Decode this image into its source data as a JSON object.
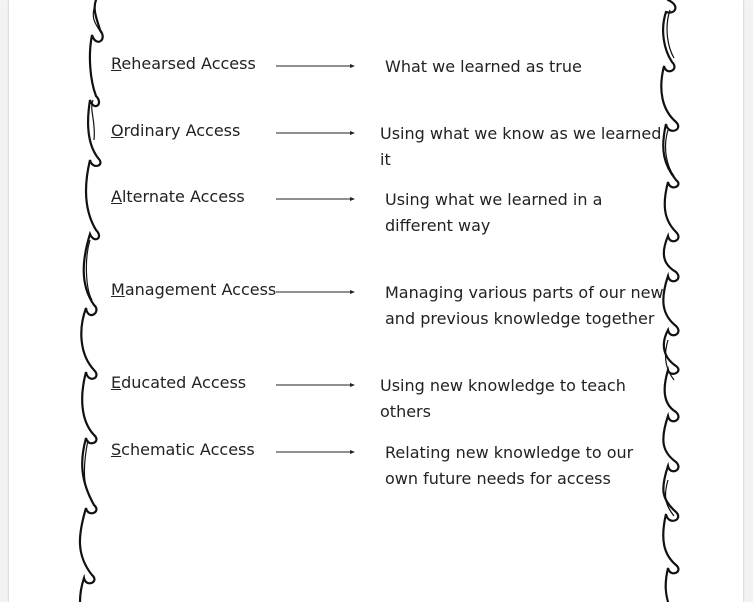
{
  "rows": [
    {
      "first": "R",
      "rest": "ehearsed Access",
      "desc": "What we learned as true"
    },
    {
      "first": "O",
      "rest": "rdinary Access",
      "desc": "Using what we know as we learned it"
    },
    {
      "first": "A",
      "rest": "lternate Access",
      "desc": "Using what we learned in a different way"
    },
    {
      "first": "M",
      "rest": "anagement Access",
      "desc": "Managing various parts of our new and previous knowledge together"
    },
    {
      "first": "E",
      "rest": "ducated Access",
      "desc": "Using new knowledge to teach others"
    },
    {
      "first": "S",
      "rest": "chematic Access",
      "desc": "Relating new knowledge to our own future needs for access"
    }
  ]
}
